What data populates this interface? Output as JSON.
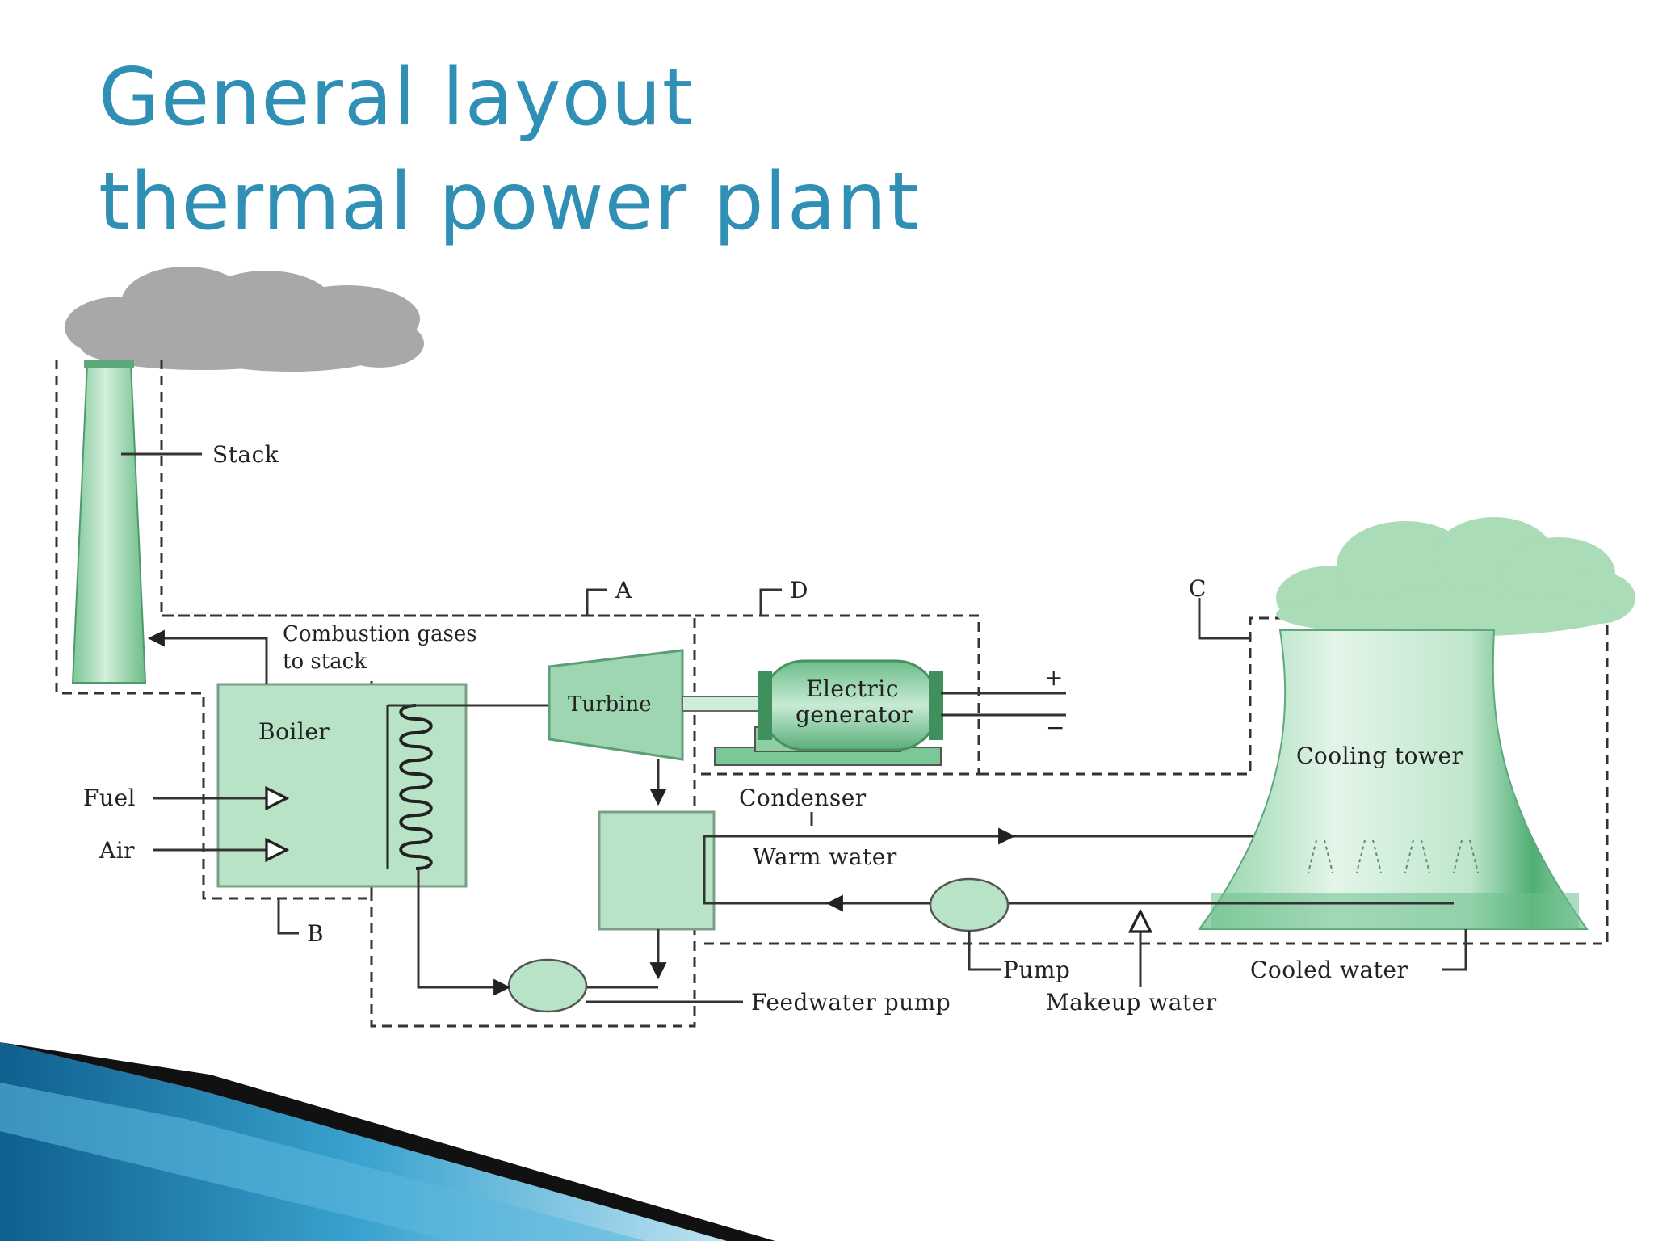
{
  "title": {
    "line1": "General layout",
    "line2": "thermal power plant"
  },
  "diagram": {
    "labels": {
      "stack": "Stack",
      "combustion_gases_1": "Combustion gases",
      "combustion_gases_2": "to stack",
      "boiler": "Boiler",
      "fuel": "Fuel",
      "air": "Air",
      "turbine": "Turbine",
      "generator_1": "Electric",
      "generator_2": "generator",
      "plus": "+",
      "minus": "−",
      "condenser": "Condenser",
      "warm_water": "Warm water",
      "pump": "Pump",
      "feedwater_pump": "Feedwater pump",
      "makeup_water": "Makeup water",
      "cooling_tower": "Cooling tower",
      "cooled_water": "Cooled water"
    },
    "boundaries": {
      "a": "A",
      "b": "B",
      "c": "C",
      "d": "D"
    }
  },
  "colors": {
    "title": "#2f8fb5",
    "equipment_fill": "#b9e3c6",
    "smoke": "#a8a8a8",
    "tower_plume": "#a9dcb7",
    "banner_blue": "#1f7fae"
  }
}
